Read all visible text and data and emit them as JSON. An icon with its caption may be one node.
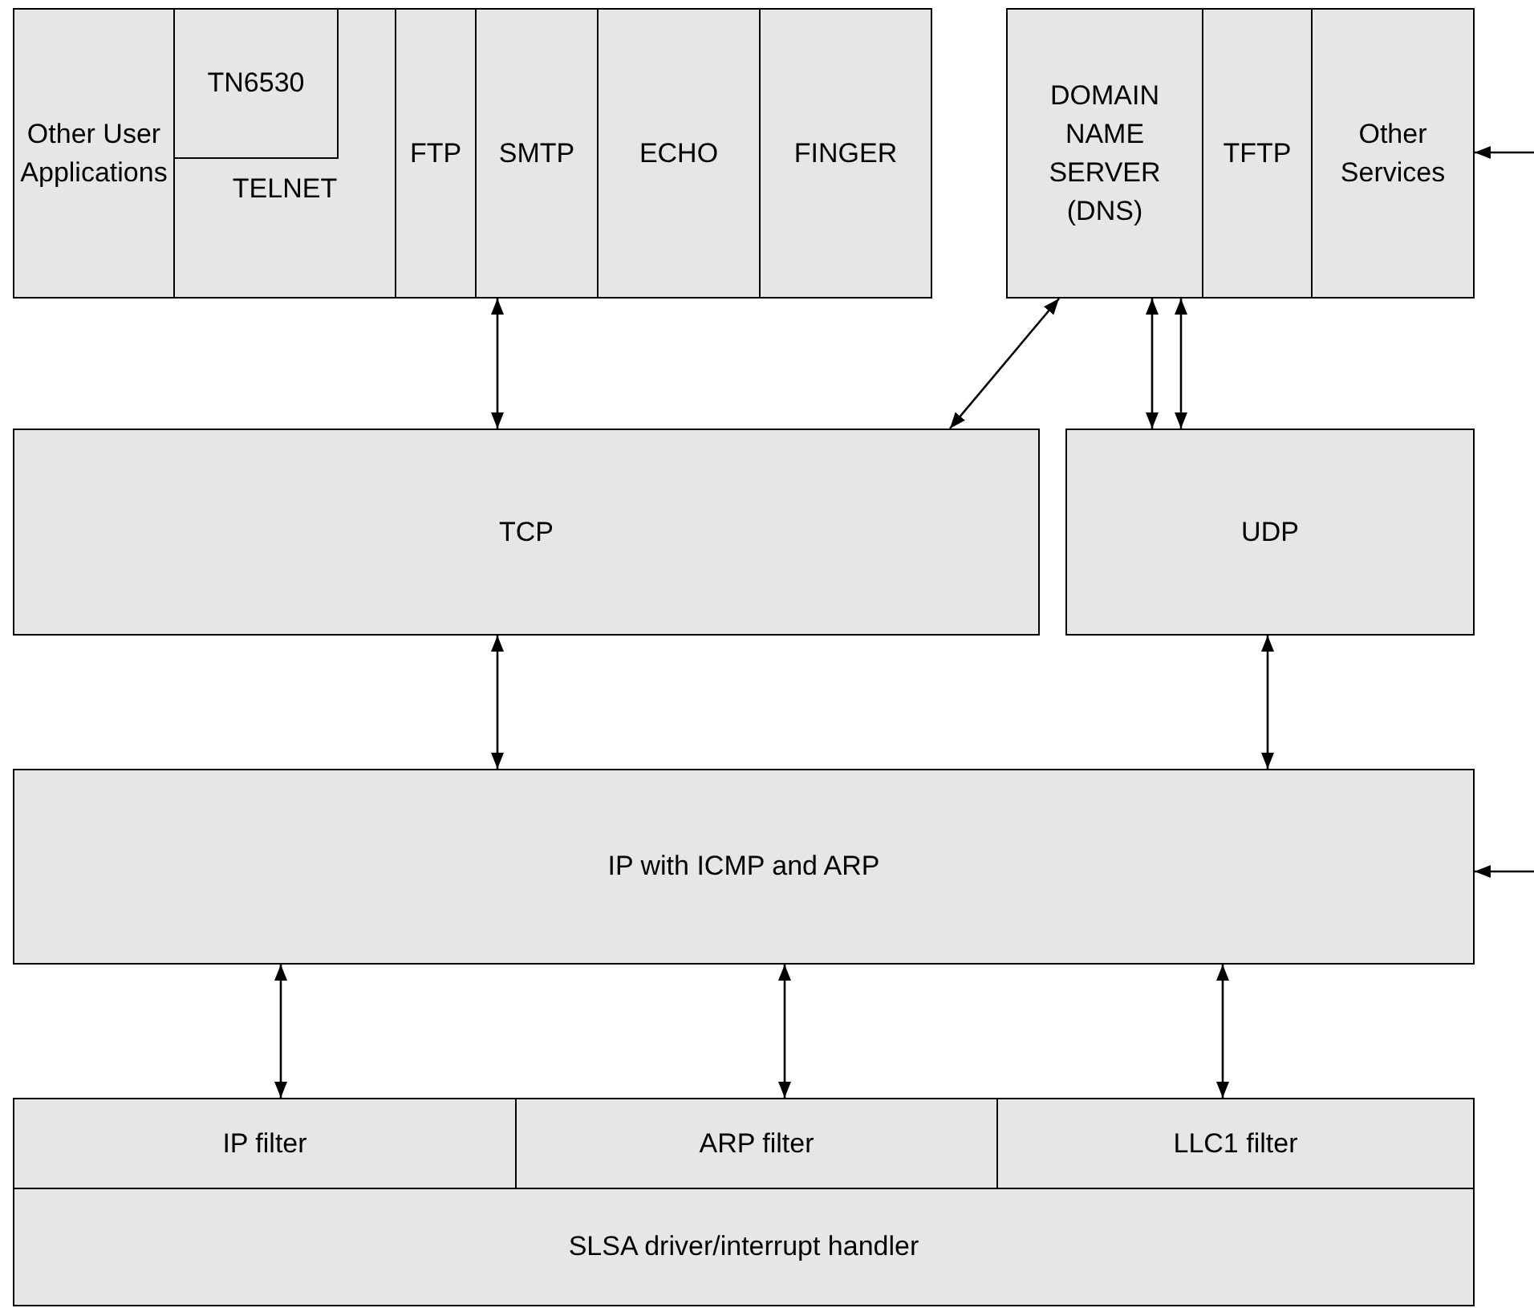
{
  "diagram": {
    "nodes": [
      {
        "text": [
          "Other User Applications"
        ]
      },
      {
        "text": [
          "TELNET"
        ]
      },
      {
        "text": [
          "TN6530"
        ],
        "in": 1
      },
      {
        "text": [
          "FTP"
        ]
      },
      {
        "text": [
          "SMTP"
        ]
      },
      {
        "text": [
          "ECHO"
        ]
      },
      {
        "text": [
          "FINGER"
        ]
      },
      {
        "text": [
          "DOMAIN NAME SERVER (DNS)"
        ]
      },
      {
        "text": [
          "TFTP"
        ]
      },
      {
        "text": [
          "Other Services"
        ]
      },
      {
        "text": [
          "TCP"
        ]
      },
      {
        "text": [
          "UDP"
        ]
      },
      {
        "text": [
          "IP with ICMP and ARP"
        ]
      },
      {
        "text": [
          "IP filter"
        ]
      },
      {
        "text": [
          "ARP filter"
        ]
      },
      {
        "text": [
          "LLC1 filter"
        ]
      },
      {
        "text": [
          "SLSA driver/interrupt handler"
        ]
      }
    ],
    "edges": [
      {
        "from": 3,
        "to": 10,
        "arrow": "both"
      },
      {
        "from": 7,
        "to": 10,
        "arrow": "both"
      },
      {
        "from": 7,
        "to": 11,
        "arrow": "both"
      },
      {
        "from": 7,
        "to": 11,
        "arrow": "both"
      },
      {
        "from": 10,
        "to": 12,
        "arrow": "both"
      },
      {
        "from": 11,
        "to": 12,
        "arrow": "both"
      },
      {
        "from": 12,
        "to": 13,
        "arrow": "both"
      },
      {
        "from": 12,
        "to": 14,
        "arrow": "both"
      },
      {
        "from": 12,
        "to": 15,
        "arrow": "both"
      },
      {
        "from": null,
        "to": 9,
        "arrow": "to"
      },
      {
        "from": null,
        "to": 12,
        "arrow": "to"
      }
    ]
  }
}
